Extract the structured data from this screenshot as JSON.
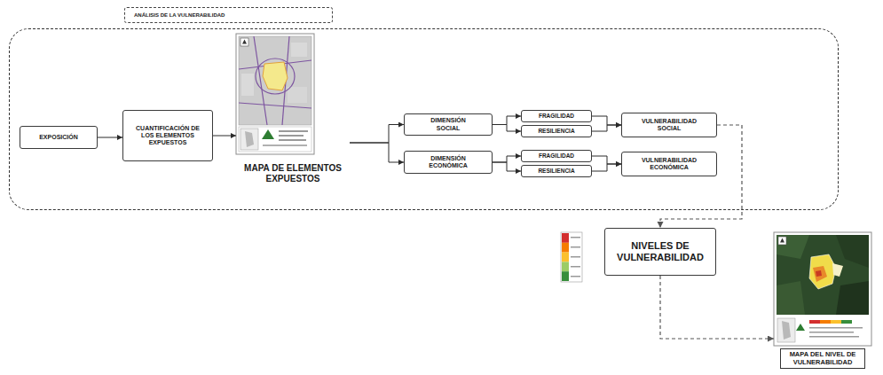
{
  "diagram": {
    "nodes": [
      {
        "text": [
          "ANÁLISIS DE LA VULNERABILIDAD"
        ]
      },
      {
        "text": [
          "EXPOSICIÓN"
        ],
        "in": 0
      },
      {
        "text": [
          "CUANTIFICACIÓN DE LOS ELEMENTOS EXPUESTOS"
        ],
        "in": 0
      },
      {
        "text": [
          "MAPA DE ELEMENTOS EXPUESTOS"
        ],
        "in": 0
      },
      {
        "text": [
          "DIMENSIÓN SOCIAL"
        ],
        "in": 0
      },
      {
        "text": [
          "DIMENSIÓN ECONÓMICA"
        ],
        "in": 0
      },
      {
        "text": [
          "FRAGILIDAD"
        ],
        "in": 0
      },
      {
        "text": [
          "RESILIENCIA"
        ],
        "in": 0
      },
      {
        "text": [
          "FRAGILIDAD"
        ],
        "in": 0
      },
      {
        "text": [
          "RESILIENCIA"
        ],
        "in": 0
      },
      {
        "text": [
          "VULNERABILIDAD SOCIAL"
        ],
        "in": 0
      },
      {
        "text": [
          "VULNERABILIDAD ECONÓMICA"
        ],
        "in": 0
      },
      {
        "text": [
          "NIVELES DE VULNERABILIDAD"
        ]
      },
      {
        "text": [
          "MAPA DEL NIVEL DE VULNERABILIDAD"
        ]
      }
    ],
    "edges": [
      {
        "from": 1,
        "to": 2,
        "arrow": "to"
      },
      {
        "from": 2,
        "to": 3,
        "arrow": "to"
      },
      {
        "from": 3,
        "to": 4,
        "arrow": "to"
      },
      {
        "from": 3,
        "to": 5,
        "arrow": "to"
      },
      {
        "from": 4,
        "to": 6,
        "arrow": "to"
      },
      {
        "from": 4,
        "to": 7,
        "arrow": "to"
      },
      {
        "from": 5,
        "to": 8,
        "arrow": "to"
      },
      {
        "from": 5,
        "to": 9,
        "arrow": "to"
      },
      {
        "from": 6,
        "to": 10,
        "arrow": "to"
      },
      {
        "from": 7,
        "to": 10,
        "arrow": "to"
      },
      {
        "from": 8,
        "to": 11,
        "arrow": "to"
      },
      {
        "from": 9,
        "to": 11,
        "arrow": "to"
      },
      {
        "from": 10,
        "to": 12,
        "arrow": "to"
      },
      {
        "from": 12,
        "to": 13,
        "arrow": "to"
      }
    ]
  }
}
